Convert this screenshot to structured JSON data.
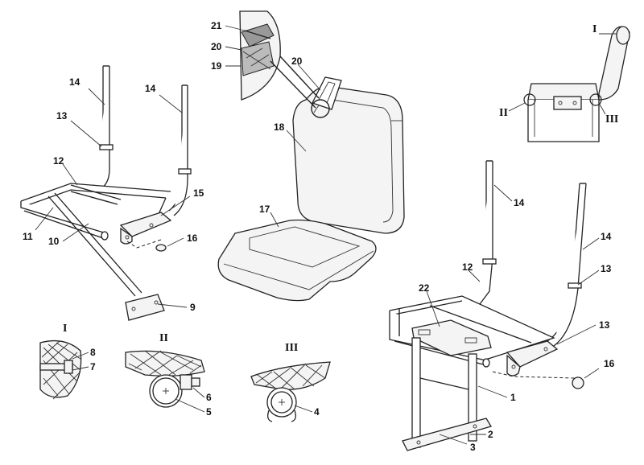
{
  "callouts": {
    "n1": "1",
    "n2": "2",
    "n3": "3",
    "n4": "4",
    "n5": "5",
    "n6": "6",
    "n7": "7",
    "n8": "8",
    "n9": "9",
    "n10": "10",
    "n11": "11",
    "n12a": "12",
    "n12b": "12",
    "n13a": "13",
    "n13b": "13",
    "n13c": "13",
    "n14a": "14",
    "n14b": "14",
    "n14c": "14",
    "n14d": "14",
    "n15": "15",
    "n16a": "16",
    "n16b": "16",
    "n17": "17",
    "n18": "18",
    "n19": "19",
    "n20a": "20",
    "n20b": "20",
    "n21": "21",
    "n22": "22"
  },
  "detail_marks": {
    "top_I": "I",
    "top_II": "II",
    "top_III": "III",
    "det_I": "I",
    "det_II": "II",
    "det_III": "III"
  }
}
